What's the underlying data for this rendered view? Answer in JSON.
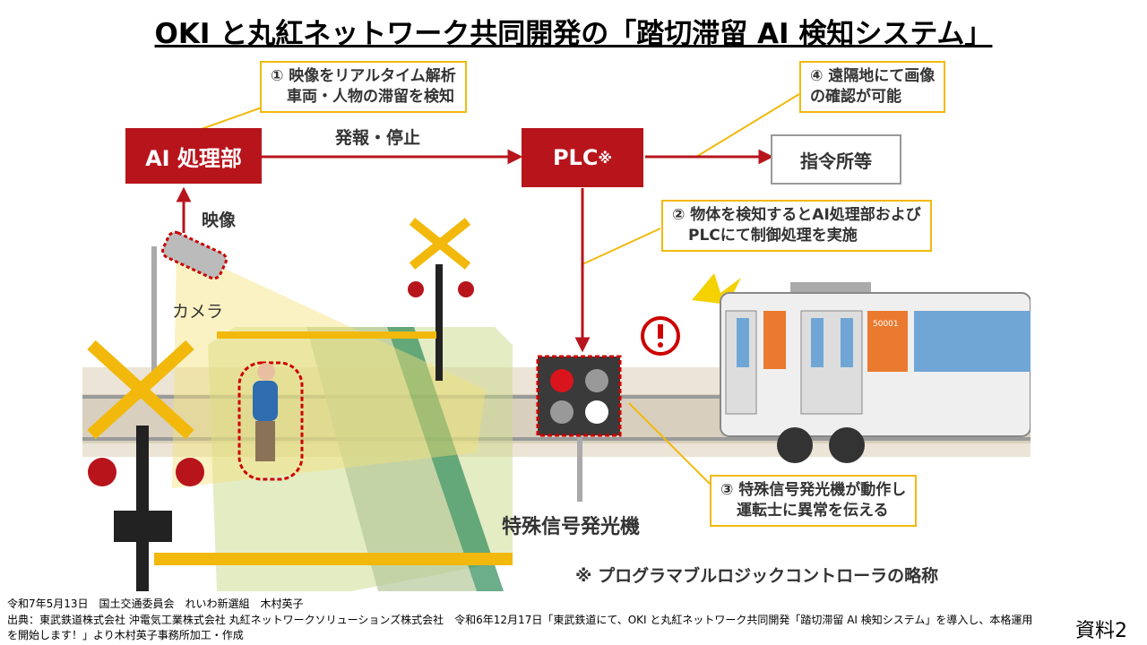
{
  "title": "OKI と丸紅ネットワーク共同開発の「踏切滞留 AI 検知システム」",
  "diagram": {
    "callout1": [
      "① 映像をリアルタイム解析",
      "車両・人物の滞留を検知"
    ],
    "callout2": [
      "② 物体を検知するとAI処理部および",
      "PLCにて制御処理を実施"
    ],
    "callout3": [
      "③ 特殊信号発光機が動作し",
      "運転士に異常を伝える"
    ],
    "callout4": [
      "④ 遠隔地にて画像",
      "の確認が可能"
    ],
    "ai_unit": "AI 処理部",
    "plc": "PLC",
    "plc_mark": "※",
    "dispatch": "指令所等",
    "arrow_label": "発報・停止",
    "video_label": "映像",
    "camera_label": "カメラ",
    "signal_label": "特殊信号発光機",
    "train_number": "50001",
    "note": "※ プログラマブルロジックコントローラの略称"
  },
  "footer": {
    "line1": "令和7年5月13日　国土交通委員会　れいわ新選組　木村英子",
    "line2": "出典：東武鉄道株式会社 沖電気工業株式会社 丸紅ネットワークソリューションズ株式会社　令和6年12月17日「東武鉄道にて、OKI と丸紅ネットワーク共同開発「踏切滞留 AI 検知システム」を導入し、本格運用を開始します！」より木村英子事務所加工・作成",
    "doc_label": "資料2"
  },
  "colors": {
    "accent_red": "#b8141c",
    "callout_border": "#f2b90c"
  }
}
